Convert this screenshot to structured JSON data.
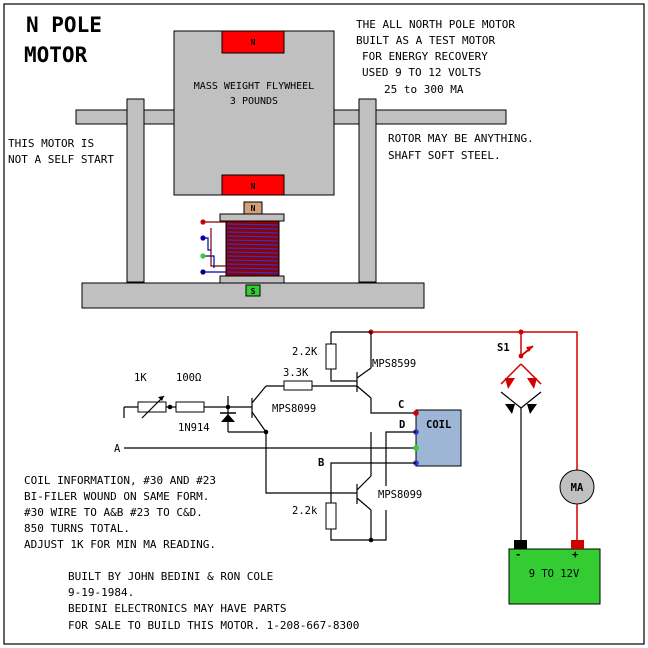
{
  "title": {
    "line1": "N POLE",
    "line2": "MOTOR"
  },
  "header_notes": [
    "THE ALL NORTH POLE MOTOR",
    "BUILT AS A TEST MOTOR",
    "FOR ENERGY RECOVERY",
    "USED 9 TO 12 VOLTS",
    "25 to 300 MA"
  ],
  "left_note": [
    "THIS MOTOR IS",
    "NOT A SELF START"
  ],
  "right_note": [
    "ROTOR MAY BE ANYTHING.",
    "SHAFT SOFT STEEL."
  ],
  "flywheel": {
    "line1": "MASS WEIGHT FLYWHEEL",
    "line2": "3 POUNDS"
  },
  "poles": {
    "magnet_top": "N",
    "magnet_bottom": "N",
    "coil_top": "N",
    "coil_bottom": "S"
  },
  "components": {
    "r_1k": "1K",
    "r_100": "100Ω",
    "diode": "1N914",
    "q1": "MPS8099",
    "r_33k": "3.3K",
    "r_22k_top": "2.2K",
    "q2": "MPS8599",
    "coil": "COIL",
    "switch": "S1",
    "r_22k_bottom": "2.2k",
    "q3": "MPS8099",
    "meter": "MA",
    "battery": "9 TO 12V",
    "plus": "+",
    "minus": "-"
  },
  "nodes": {
    "a": "A",
    "b": "B",
    "c": "C",
    "d": "D"
  },
  "coil_info": [
    "COIL INFORMATION, #30 AND #23",
    "BI-FILER WOUND ON SAME FORM.",
    "#30 WIRE TO A&B #23 TO C&D.",
    "850 TURNS TOTAL.",
    "ADJUST 1K FOR MIN MA READING."
  ],
  "credits": [
    "BUILT BY JOHN BEDINI & RON COLE",
    "9-19-1984.",
    "BEDINI ELECTRONICS MAY HAVE PARTS",
    "FOR SALE TO BUILD THIS MOTOR. 1-208-667-8300"
  ],
  "colors": {
    "gray": "#c0c0c0",
    "magnet_red": "#ff0000",
    "coil_body": "#8b0000",
    "coil_blue": "#3333cc",
    "battery_green": "#33cc33",
    "wire_red": "#d00000",
    "coil_box": "#9db6d6",
    "tan": "#d2a07a"
  }
}
